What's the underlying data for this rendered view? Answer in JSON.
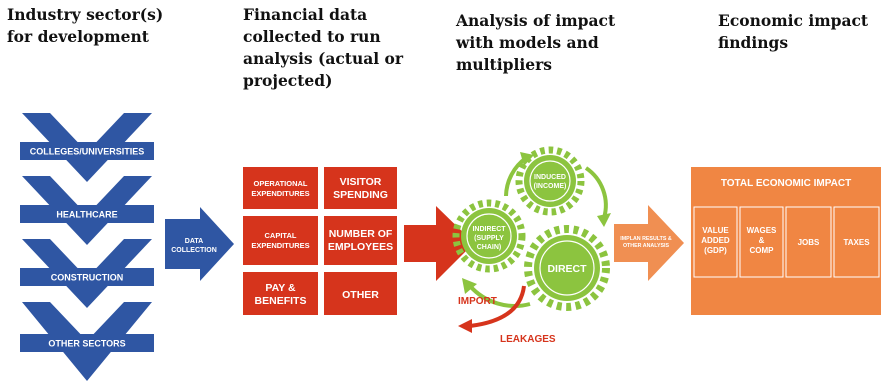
{
  "headings": {
    "sector": [
      "Industry sector(s)",
      "for development"
    ],
    "financial": [
      "Financial data",
      "collected to run",
      "analysis (actual or",
      "projected)"
    ],
    "analysis": [
      "Analysis of impact",
      "with models and",
      "multipliers"
    ],
    "findings": [
      "Economic impact",
      "findings"
    ]
  },
  "sectors": [
    "COLLEGES/UNIVERSITIES",
    "HEALTHCARE",
    "CONSTRUCTION",
    "OTHER SECTORS"
  ],
  "data_collection": [
    "DATA",
    "COLLECTION"
  ],
  "financial_boxes": [
    [
      "OPERATIONAL",
      "EXPENDITURES"
    ],
    [
      "VISITOR",
      "SPENDING"
    ],
    [
      "CAPITAL",
      "EXPENDITURES"
    ],
    [
      "NUMBER OF",
      "EMPLOYEES"
    ],
    [
      "PAY &",
      "BENEFITS"
    ],
    [
      "OTHER"
    ]
  ],
  "gears": {
    "induced": [
      "INDUCED",
      "(INCOME)"
    ],
    "indirect": [
      "INDIRECT",
      "(SUPPLY",
      "CHAIN)"
    ],
    "direct": [
      "DIRECT"
    ]
  },
  "leakage_labels": {
    "import": "IMPORT",
    "leakages": "LEAKAGES"
  },
  "implan": [
    "IMPLAN RESULTS &",
    "OTHER ANALYSIS"
  ],
  "impact": {
    "title": "TOTAL ECONOMIC IMPACT",
    "columns": [
      [
        "VALUE",
        "ADDED",
        "(GDP)"
      ],
      [
        "WAGES",
        "&",
        "COMP"
      ],
      [
        "JOBS"
      ],
      [
        "TAXES"
      ]
    ]
  },
  "colors": {
    "chevron_blue": "#2f56a3",
    "financial_red": "#d6341c",
    "gear_green": "#8cc43f",
    "impact_orange": "#f08643",
    "implan_orange": "#f08f52"
  }
}
